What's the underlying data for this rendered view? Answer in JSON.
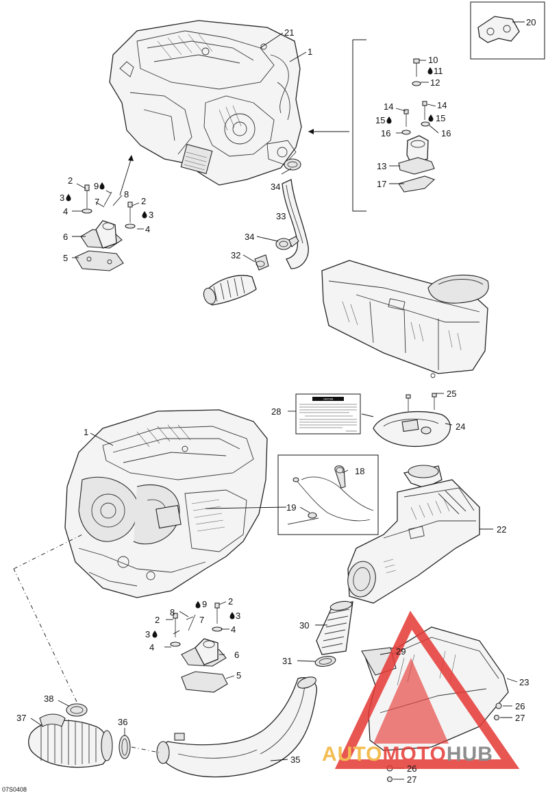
{
  "figure_code": "07S0408",
  "watermark": {
    "part1": "AUTO",
    "part2": "MOTO",
    "part3": "HUB",
    "orange": "#f2b233",
    "red": "#e53935",
    "gray": "#7a7a7a"
  },
  "warning_label": {
    "heading": "CAUTION"
  },
  "callouts": {
    "top": {
      "n1": "1",
      "n2a": "2",
      "n2b": "2",
      "n3a": "3",
      "n3b": "3",
      "n4a": "4",
      "n4b": "4",
      "n5": "5",
      "n6": "6",
      "n7": "7",
      "n8": "8",
      "n9": "9",
      "n10": "10",
      "n11": "11",
      "n12": "12",
      "n13": "13",
      "n14a": "14",
      "n14b": "14",
      "n15a": "15",
      "n15b": "15",
      "n16a": "16",
      "n16b": "16",
      "n17": "17",
      "n20": "20",
      "n21": "21",
      "n32": "32",
      "n33": "33",
      "n34a": "34",
      "n34b": "34"
    },
    "bottom": {
      "n1": "1",
      "n2a": "2",
      "n2b": "2",
      "n3a": "3",
      "n3b": "3",
      "n4a": "4",
      "n4b": "4",
      "n5": "5",
      "n6": "6",
      "n7": "7",
      "n8": "8",
      "n9": "9",
      "n18": "18",
      "n19": "19",
      "n22": "22",
      "n23": "23",
      "n24": "24",
      "n25": "25",
      "n26a": "26",
      "n26b": "26",
      "n27a": "27",
      "n27b": "27",
      "n28": "28",
      "n29": "29",
      "n30": "30",
      "n31": "31",
      "n35": "35",
      "n36": "36",
      "n37": "37",
      "n38": "38"
    }
  }
}
